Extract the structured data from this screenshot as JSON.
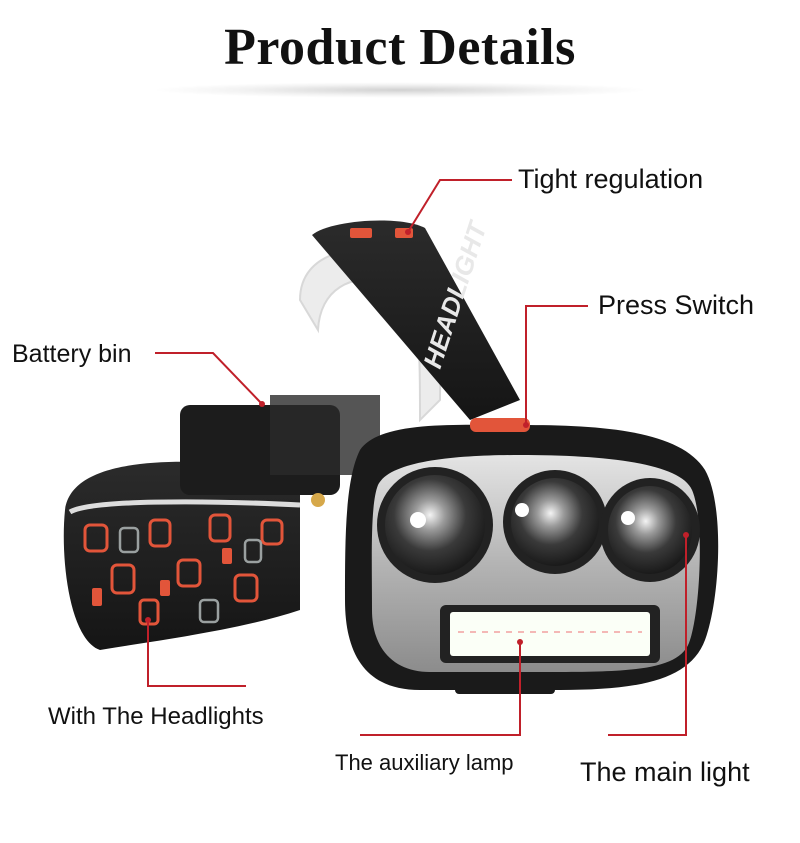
{
  "title": "Product Details",
  "labels": {
    "tight_regulation": "Tight regulation",
    "press_switch": "Press Switch",
    "battery_bin": "Battery bin",
    "with_headlights": "With The Headlights",
    "auxiliary_lamp": "The auxiliary lamp",
    "main_light": "The main light"
  },
  "strap_print": "HEADLIGHT",
  "colors": {
    "callout_line": "#c0202a",
    "strap_orange": "#e2553a",
    "housing_silver": "#b8b8b8",
    "cob_glow": "#ffffff"
  }
}
